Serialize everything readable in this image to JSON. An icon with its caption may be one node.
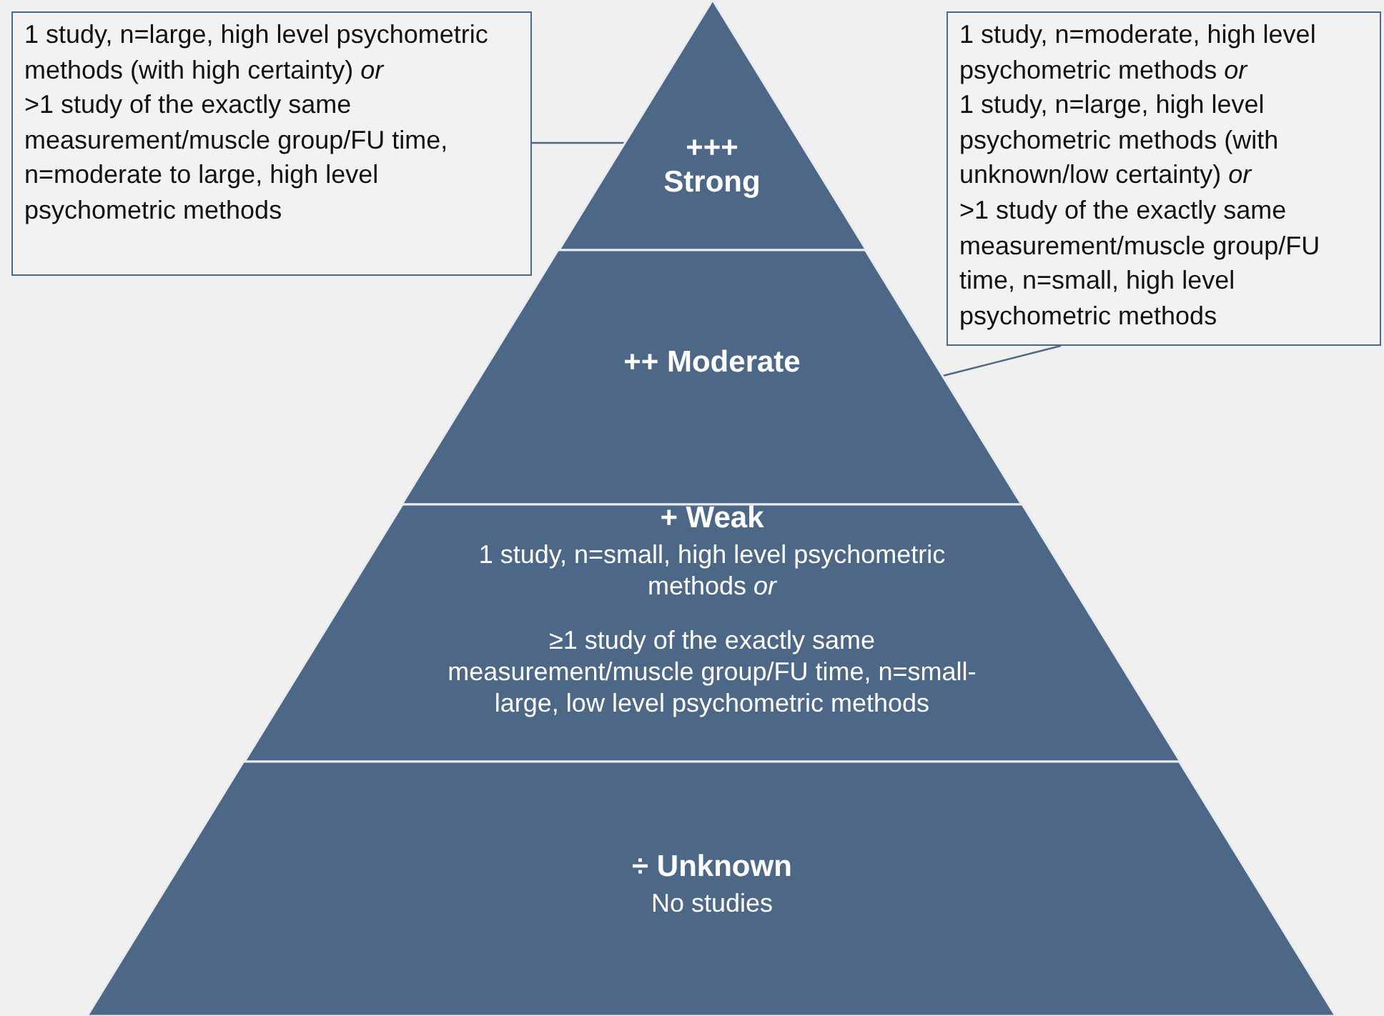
{
  "diagram": {
    "nodes": [
      {
        "text": [
          "+++ Strong"
        ]
      },
      {
        "text": [
          "++ Moderate"
        ]
      },
      {
        "text": [
          "+ Weak",
          "1 study, n=small, high level psychometric methods *or*",
          "≥1 study of the exactly same measurement/muscle group/FU time, n=small-large, low level psychometric methods"
        ]
      },
      {
        "text": [
          "÷ Unknown",
          "No studies"
        ]
      },
      {
        "text": [
          "1 study, n=large, high level psychometric methods (with high certainty) *or*",
          ">1 study of the exactly same measurement/muscle group/FU time, n=moderate to large, high level psychometric methods"
        ]
      },
      {
        "text": [
          "1 study, n=moderate, high level psychometric methods *or*",
          "1 study, n=large, high level psychometric methods (with unknown/low certainty) *or*",
          ">1 study of the exactly same measurement/muscle group/FU time, n=small, high level psychometric methods"
        ]
      }
    ],
    "edges": [
      {
        "from": 4,
        "to": 0,
        "arrow": "none"
      },
      {
        "from": 5,
        "to": 1,
        "arrow": "none"
      }
    ]
  }
}
